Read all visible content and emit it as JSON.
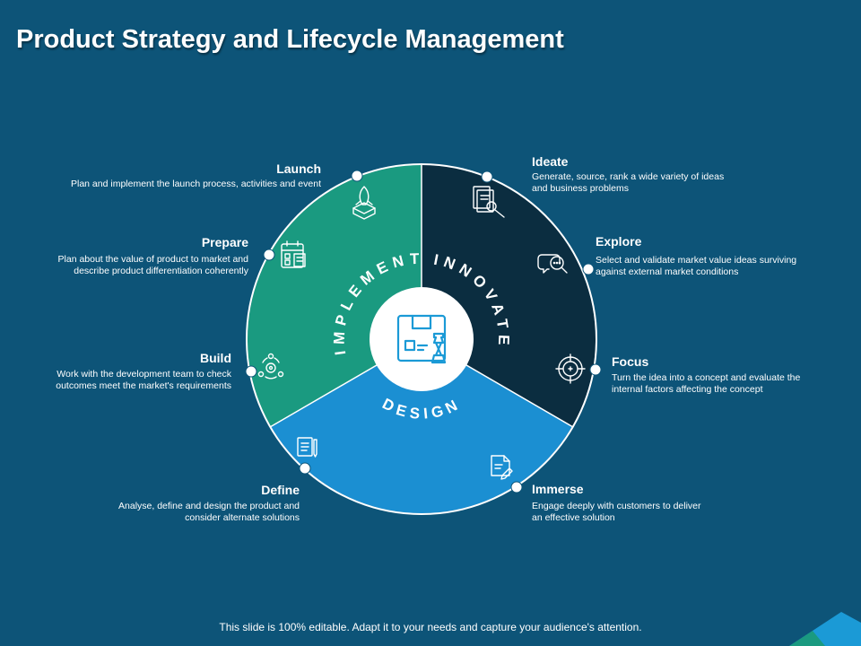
{
  "title": "Product Strategy and Lifecycle Management",
  "phases": {
    "innovate": "INNOVATE",
    "implement": "IMPLEMENT",
    "design": "DESIGN"
  },
  "stages": {
    "launch": {
      "name": "Launch",
      "lines": [
        "Plan and implement the launch process, activities and event"
      ]
    },
    "prepare": {
      "name": "Prepare",
      "lines": [
        "Plan about the value of product to market and",
        "describe product differentiation coherently"
      ]
    },
    "build": {
      "name": "Build",
      "lines": [
        "Work with the development team to check",
        "outcomes meet the market's requirements"
      ]
    },
    "define": {
      "name": "Define",
      "lines": [
        "Analyse, define and design the product and",
        "consider alternate solutions"
      ]
    },
    "ideate": {
      "name": "Ideate",
      "lines": [
        "Generate, source, rank a wide variety of ideas",
        "and business problems"
      ]
    },
    "explore": {
      "name": "Explore",
      "lines": [
        "Select and validate market value ideas surviving",
        "against external market conditions"
      ]
    },
    "focus": {
      "name": "Focus",
      "lines": [
        "Turn the idea into a concept and evaluate the",
        "internal factors affecting the concept"
      ]
    },
    "immerse": {
      "name": "Immerse",
      "lines": [
        "Engage deeply with customers to deliver",
        "an effective solution"
      ]
    }
  },
  "footer": "This slide is 100% editable. Adapt it to your needs and capture your audience's attention.",
  "colors": {
    "background": "#0d5478",
    "innovate": "#0b2d40",
    "implement": "#1a9a80",
    "design": "#1b8fd2",
    "accent": "#1b9ad6"
  }
}
